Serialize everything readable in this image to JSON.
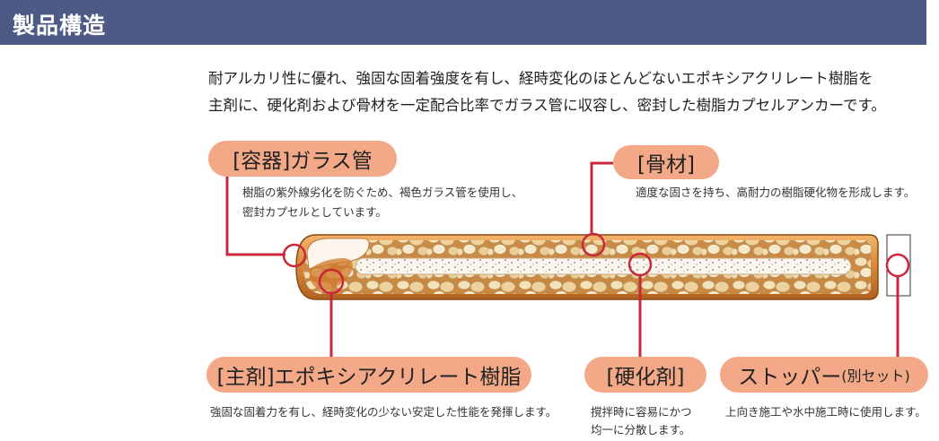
{
  "header": {
    "title": "製品構造"
  },
  "intro": {
    "line1": "耐アルカリ性に優れ、強固な固着強度を有し、経時変化のほとんどないエポキシアクリレート樹脂を",
    "line2": "主剤に、硬化剤および骨材を一定配合比率でガラス管に収容し、密封した樹脂カプセルアンカーです。"
  },
  "callouts": {
    "container": {
      "label": "[容器]ガラス管",
      "desc1": "樹脂の紫外線劣化を防ぐため、褐色ガラス管を使用し、",
      "desc2": "密封カプセルとしています。"
    },
    "aggregate": {
      "label": "[骨材]",
      "desc": "適度な固さを持ち、高耐力の樹脂硬化物を形成します。"
    },
    "resin": {
      "label": "[主剤]エポキシアクリレート樹脂",
      "desc": "強固な固着力を有し、経時変化の少ない安定した性能を発揮します。"
    },
    "hardener": {
      "label": "[硬化剤]",
      "desc1": "撹拌時に容易にかつ",
      "desc2": "均一に分散します。"
    },
    "stopper": {
      "label": "ストッパー",
      "sub": "(別セット)",
      "desc": "上向き施工や水中施工時に使用します。"
    }
  },
  "colors": {
    "header_bg": "#4e5a86",
    "pill_bg": "#f3a987",
    "leader_line": "#c8283a",
    "capsule": "#d98a3a"
  }
}
